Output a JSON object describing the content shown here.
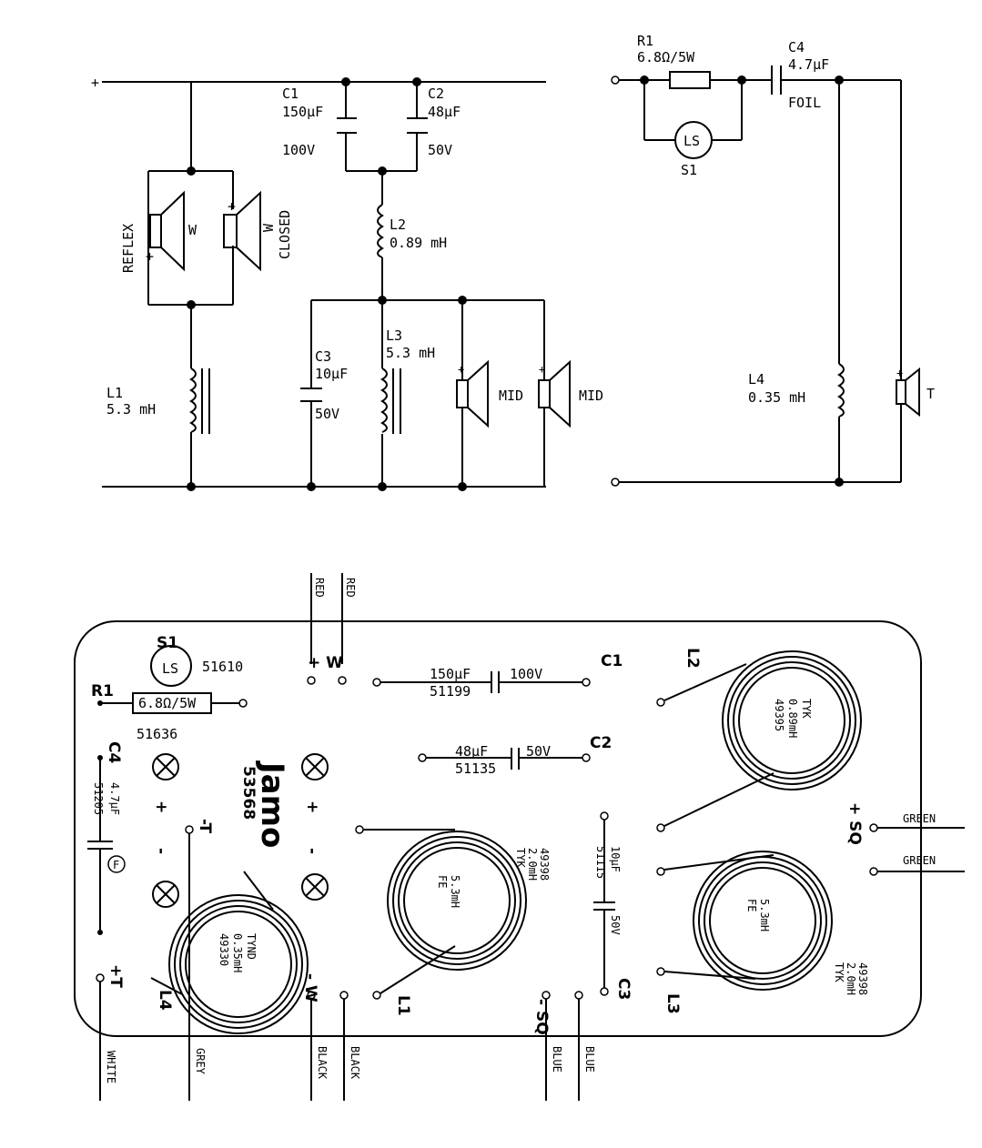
{
  "schematic": {
    "plus_terminal": "+",
    "c1": {
      "name": "C1",
      "value": "150µF",
      "voltage": "100V"
    },
    "c2": {
      "name": "C2",
      "value": "48µF",
      "voltage": "50V"
    },
    "l2": {
      "name": "L2",
      "value": "0.89 mH"
    },
    "woofer_reflex": {
      "label": "REFLEX",
      "tag": "W",
      "polarity": "+"
    },
    "woofer_closed": {
      "label": "CLOSED",
      "tag": "W",
      "polarity": "+"
    },
    "l1": {
      "name": "L1",
      "value": "5.3 mH"
    },
    "c3": {
      "name": "C3",
      "value": "10µF",
      "voltage": "50V"
    },
    "l3": {
      "name": "L3",
      "value": "5.3 mH"
    },
    "mid1": {
      "label": "MID",
      "polarity": "+"
    },
    "mid2": {
      "label": "MID",
      "polarity": "+"
    },
    "r1": {
      "name": "R1",
      "value": "6.8Ω/5W"
    },
    "ls": {
      "symbol": "LS",
      "name": "S1"
    },
    "c4": {
      "name": "C4",
      "value": "4.7µF",
      "type": "FOIL"
    },
    "l4": {
      "name": "L4",
      "value": "0.35 mH"
    },
    "tweeter": {
      "label": "T",
      "polarity": "+"
    }
  },
  "board": {
    "s1": {
      "name": "S1",
      "symbol": "LS",
      "part": "51610"
    },
    "r1": {
      "name": "R1",
      "value": "6.8Ω/5W",
      "part": "51636"
    },
    "c4": {
      "name": "C4",
      "value": "4.7µF",
      "part": "51205",
      "f_mark": "F"
    },
    "brand": "Jamo",
    "brand_part": "53568",
    "plus_w": "+ W",
    "minus_w": "- W",
    "minus_t": "-T",
    "plus_t": "+T",
    "plus_sq": "+ SQ",
    "minus_sq": "- SQ",
    "plus_sign": "+",
    "minus_sign": "-",
    "c1": {
      "name": "C1",
      "value": "150µF",
      "part": "51199",
      "voltage": "100V"
    },
    "c2": {
      "name": "C2",
      "value": "48µF",
      "part": "51135",
      "voltage": "50V"
    },
    "c3": {
      "name": "C3",
      "value": "10µF",
      "part": "51115",
      "voltage": "50V"
    },
    "coil_l2": {
      "name": "L2",
      "line1": "49395",
      "line2": "0.89mH",
      "line3": "TYK"
    },
    "coil_l1": {
      "name": "L1",
      "line1": "FE",
      "line2": "5.3mH",
      "side1": "49398",
      "side2": "2.0mH",
      "side3": "TYK"
    },
    "coil_l3": {
      "name": "L3",
      "line1": "FE",
      "line2": "5.3mH",
      "side1": "49398",
      "side2": "2.0mH",
      "side3": "TYK"
    },
    "coil_l4": {
      "name": "L4",
      "line1": "49330",
      "line2": "0.35mH",
      "line3": "TYND"
    },
    "wires": {
      "red1": "RED",
      "red2": "RED",
      "green1": "GREEN",
      "green2": "GREEN",
      "white": "WHITE",
      "grey": "GREY",
      "black1": "BLACK",
      "black2": "BLACK",
      "blue1": "BLUE",
      "blue2": "BLUE"
    }
  }
}
